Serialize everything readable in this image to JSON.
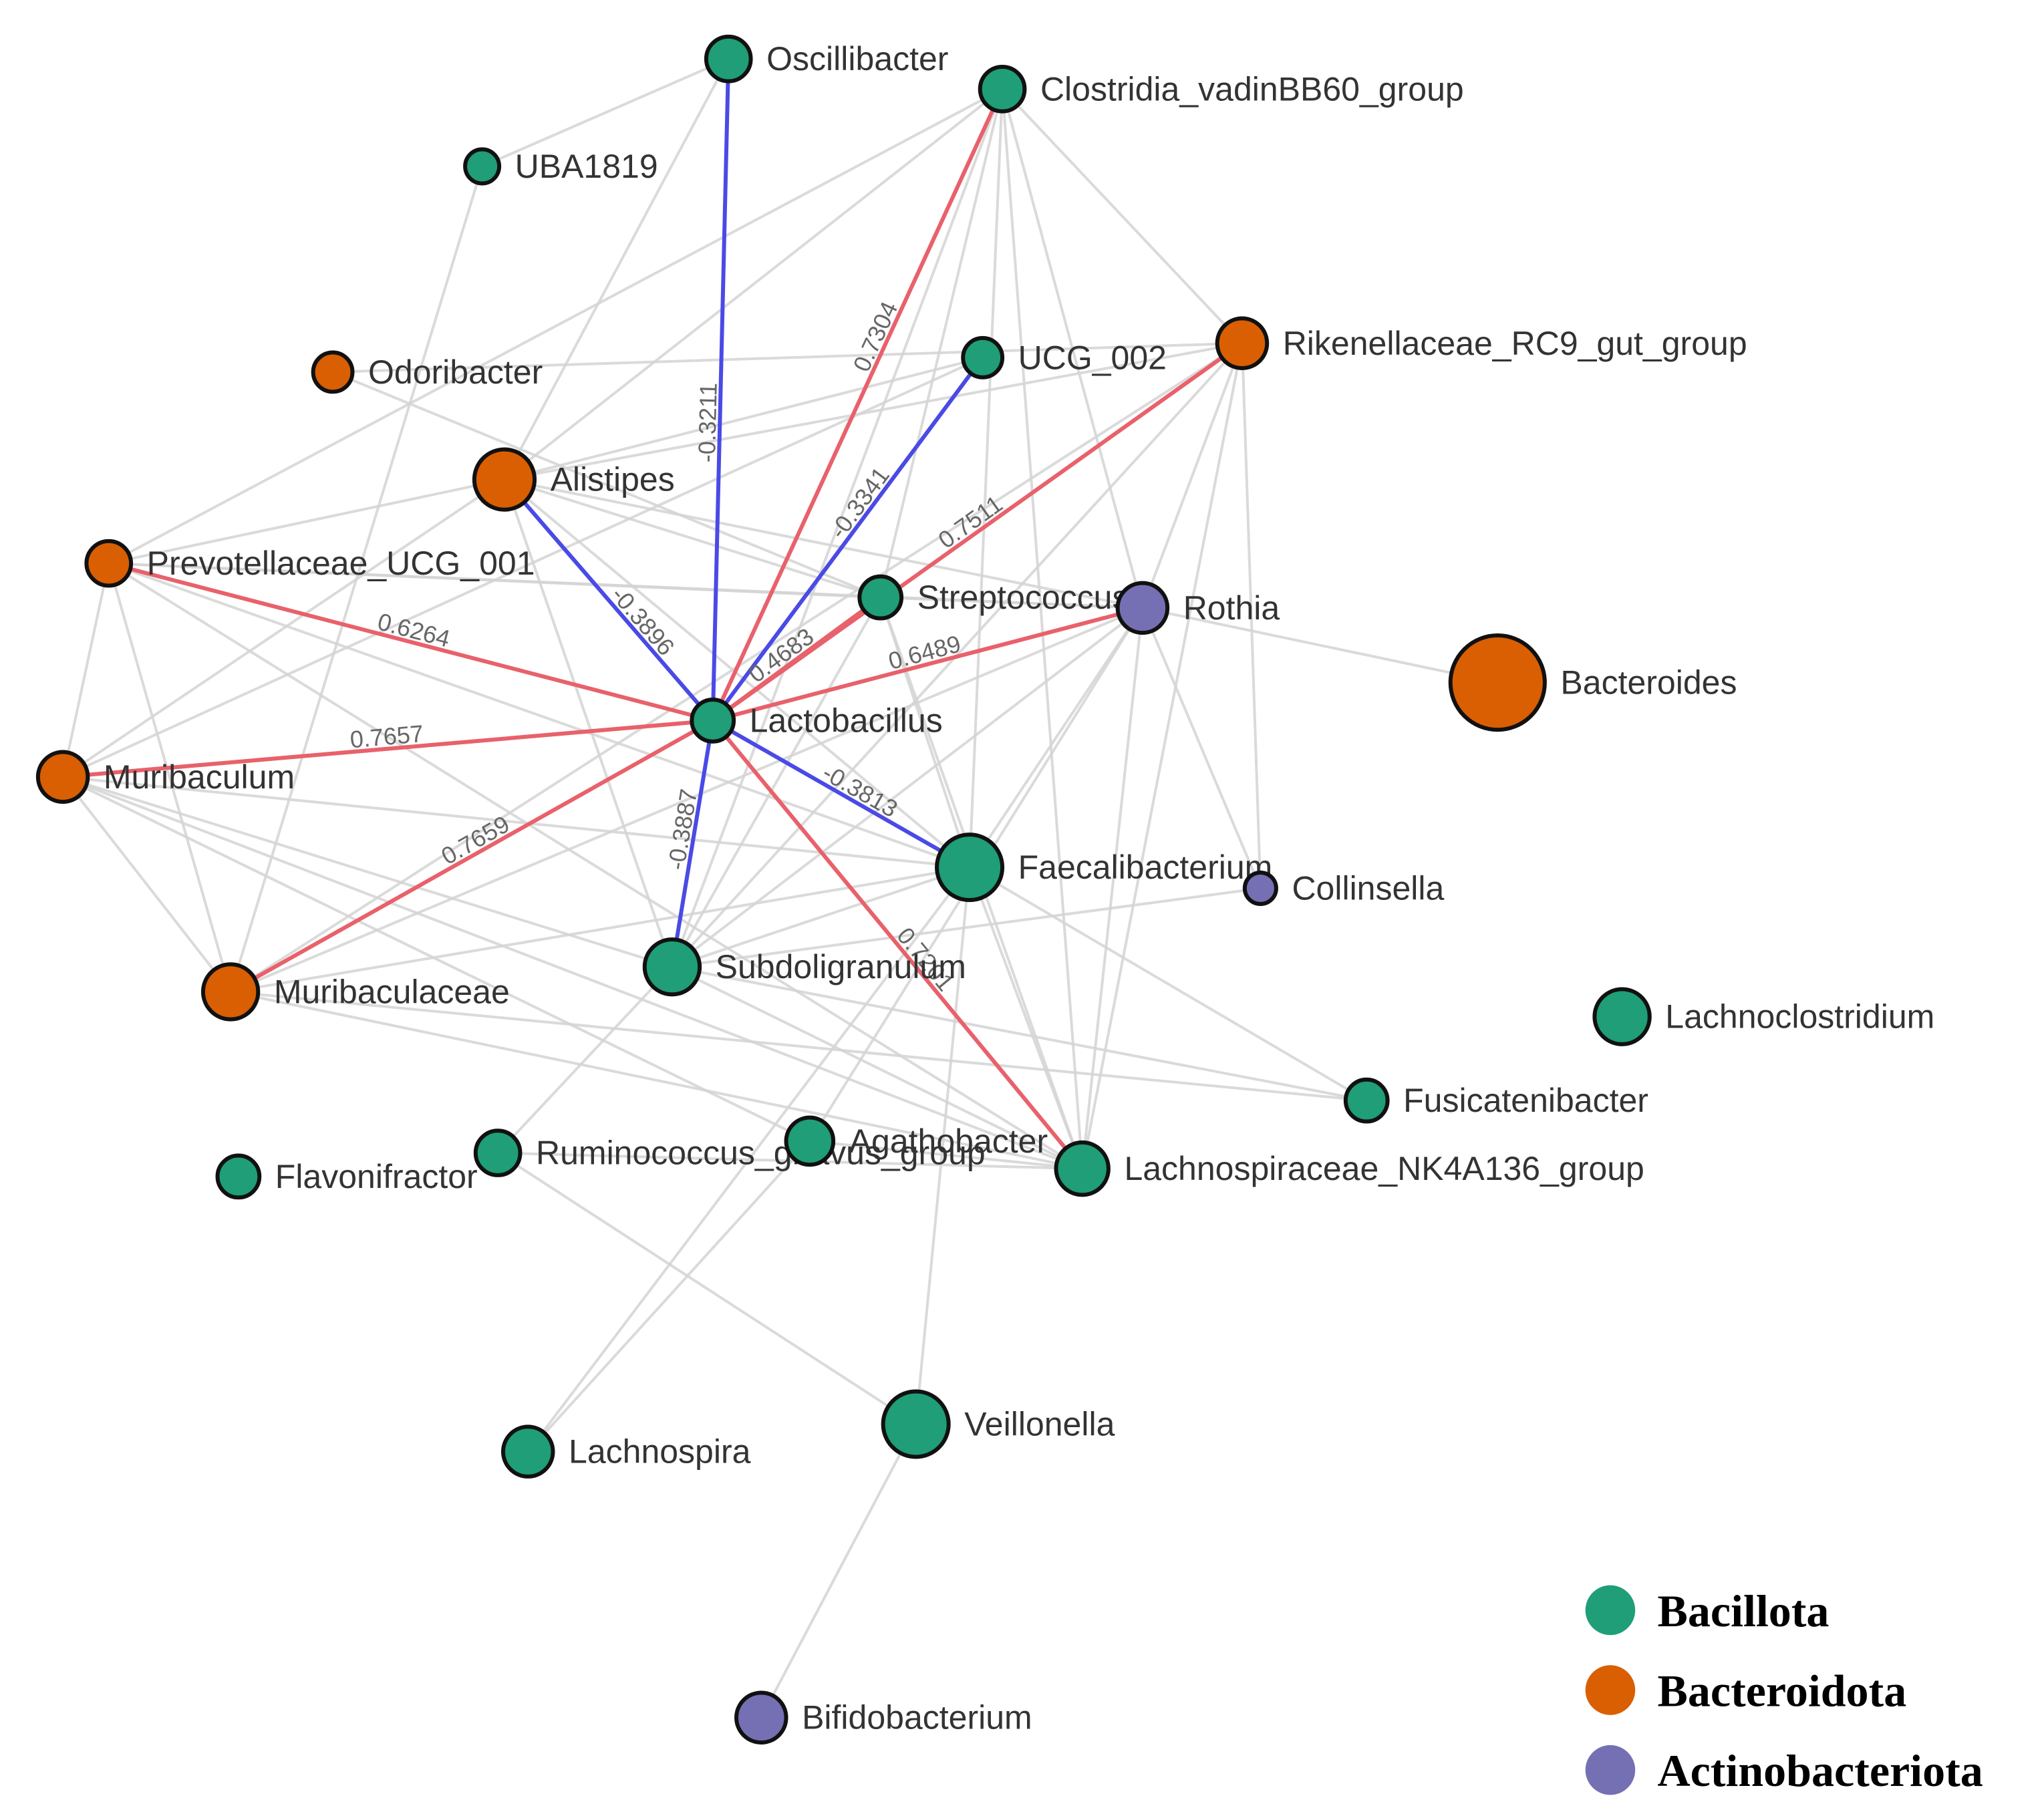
{
  "colors": {
    "Bacillota": "#1f9e77",
    "Bacteroidota": "#d95f02",
    "Actinobacteriota": "#7570b3",
    "positive_edge": "#e8616b",
    "negative_edge": "#4a4ae6",
    "neutral_edge": "#d4d4d4"
  },
  "legend": [
    {
      "key": "Bacillota",
      "label": "Bacillota"
    },
    {
      "key": "Bacteroidota",
      "label": "Bacteroidota"
    },
    {
      "key": "Actinobacteriota",
      "label": "Actinobacteriota"
    }
  ],
  "nodes": [
    {
      "id": "Oscillibacter",
      "label": "Oscillibacter",
      "phylum": "Bacillota"
    },
    {
      "id": "Clostridia_vadinBB60_group",
      "label": "Clostridia_vadinBB60_group",
      "phylum": "Bacillota"
    },
    {
      "id": "UBA1819",
      "label": "UBA1819",
      "phylum": "Bacillota"
    },
    {
      "id": "Odoribacter",
      "label": "Odoribacter",
      "phylum": "Bacteroidota"
    },
    {
      "id": "UCG_002",
      "label": "UCG_002",
      "phylum": "Bacillota"
    },
    {
      "id": "Rikenellaceae_RC9_gut_group",
      "label": "Rikenellaceae_RC9_gut_group",
      "phylum": "Bacteroidota"
    },
    {
      "id": "Alistipes",
      "label": "Alistipes",
      "phylum": "Bacteroidota"
    },
    {
      "id": "Prevotellaceae_UCG_001",
      "label": "Prevotellaceae_UCG_001",
      "phylum": "Bacteroidota"
    },
    {
      "id": "Streptococcus",
      "label": "Streptococcus",
      "phylum": "Bacillota"
    },
    {
      "id": "Rothia",
      "label": "Rothia",
      "phylum": "Actinobacteriota"
    },
    {
      "id": "Bacteroides",
      "label": "Bacteroides",
      "phylum": "Bacteroidota"
    },
    {
      "id": "Lactobacillus",
      "label": "Lactobacillus",
      "phylum": "Bacillota"
    },
    {
      "id": "Muribaculum",
      "label": "Muribaculum",
      "phylum": "Bacteroidota"
    },
    {
      "id": "Faecalibacterium",
      "label": "Faecalibacterium",
      "phylum": "Bacillota"
    },
    {
      "id": "Collinsella",
      "label": "Collinsella",
      "phylum": "Actinobacteriota"
    },
    {
      "id": "Muribaculaceae",
      "label": "Muribaculaceae",
      "phylum": "Bacteroidota"
    },
    {
      "id": "Subdoligranulum",
      "label": "Subdoligranulum",
      "phylum": "Bacillota"
    },
    {
      "id": "Lachnoclostridium",
      "label": "Lachnoclostridium",
      "phylum": "Bacillota"
    },
    {
      "id": "Fusicatenibacter",
      "label": "Fusicatenibacter",
      "phylum": "Bacillota"
    },
    {
      "id": "Flavonifractor",
      "label": "Flavonifractor",
      "phylum": "Bacillota"
    },
    {
      "id": "Ruminococcus_gnavus_group",
      "label": "Ruminococcus_gnavus_group",
      "phylum": "Bacillota"
    },
    {
      "id": "Agathobacter",
      "label": "Agathobacter",
      "phylum": "Bacillota"
    },
    {
      "id": "Lachnospiraceae_NK4A136_group",
      "label": "Lachnospiraceae_NK4A136_group",
      "phylum": "Bacillota"
    },
    {
      "id": "Lachnospira",
      "label": "Lachnospira",
      "phylum": "Bacillota"
    },
    {
      "id": "Veillonella",
      "label": "Veillonella",
      "phylum": "Bacillota"
    },
    {
      "id": "Bifidobacterium",
      "label": "Bifidobacterium",
      "phylum": "Actinobacteriota"
    }
  ],
  "edges": [
    {
      "source": "Lactobacillus",
      "target": "Oscillibacter",
      "weight": "-0.3211"
    },
    {
      "source": "Lactobacillus",
      "target": "Clostridia_vadinBB60_group",
      "weight": "0.7304"
    },
    {
      "source": "Lactobacillus",
      "target": "UCG_002",
      "weight": "-0.3341"
    },
    {
      "source": "Lactobacillus",
      "target": "Rikenellaceae_RC9_gut_group",
      "weight": "0.7511"
    },
    {
      "source": "Lactobacillus",
      "target": "Alistipes",
      "weight": "-0.3896"
    },
    {
      "source": "Lactobacillus",
      "target": "Prevotellaceae_UCG_001",
      "weight": "0.6264"
    },
    {
      "source": "Lactobacillus",
      "target": "Streptococcus",
      "weight": "0.4683"
    },
    {
      "source": "Lactobacillus",
      "target": "Rothia",
      "weight": "0.6489"
    },
    {
      "source": "Lactobacillus",
      "target": "Muribaculum",
      "weight": "0.7657"
    },
    {
      "source": "Lactobacillus",
      "target": "Faecalibacterium",
      "weight": "-0.3813"
    },
    {
      "source": "Lactobacillus",
      "target": "Muribaculaceae",
      "weight": "0.7659"
    },
    {
      "source": "Lactobacillus",
      "target": "Subdoligranulum",
      "weight": "-0.3887"
    },
    {
      "source": "Lactobacillus",
      "target": "Lachnospiraceae_NK4A136_group",
      "weight": "0.7201"
    }
  ]
}
